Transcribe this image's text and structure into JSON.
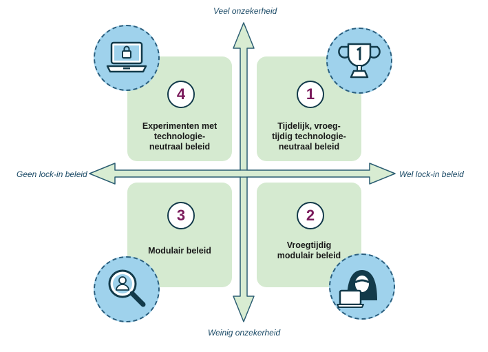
{
  "axes": {
    "top": "Veel onzekerheid",
    "bottom": "Weinig onzekerheid",
    "left": "Geen lock-in beleid",
    "right": "Wel lock-in beleid"
  },
  "quadrants": {
    "q1": {
      "number": "1",
      "lines": [
        "Tijdelijk, vroeg-",
        "tijdig technologie-",
        "neutraal beleid"
      ],
      "icon": "trophy-icon"
    },
    "q2": {
      "number": "2",
      "lines": [
        "Vroegtijdig",
        "modulair beleid"
      ],
      "icon": "hooded-hacker-icon"
    },
    "q3": {
      "number": "3",
      "lines": [
        "Modulair beleid"
      ],
      "icon": "magnifier-person-icon"
    },
    "q4": {
      "number": "4",
      "lines": [
        "Experimenten met",
        "technologie-",
        "neutraal beleid"
      ],
      "icon": "laptop-lock-icon"
    }
  },
  "colors": {
    "quadrant_fill": "#d5ead0",
    "arrow_fill": "#d8ecd2",
    "arrow_stroke": "#2b5d72",
    "icon_circle": "#9fd2ec",
    "number_color": "#7a1a5b"
  }
}
